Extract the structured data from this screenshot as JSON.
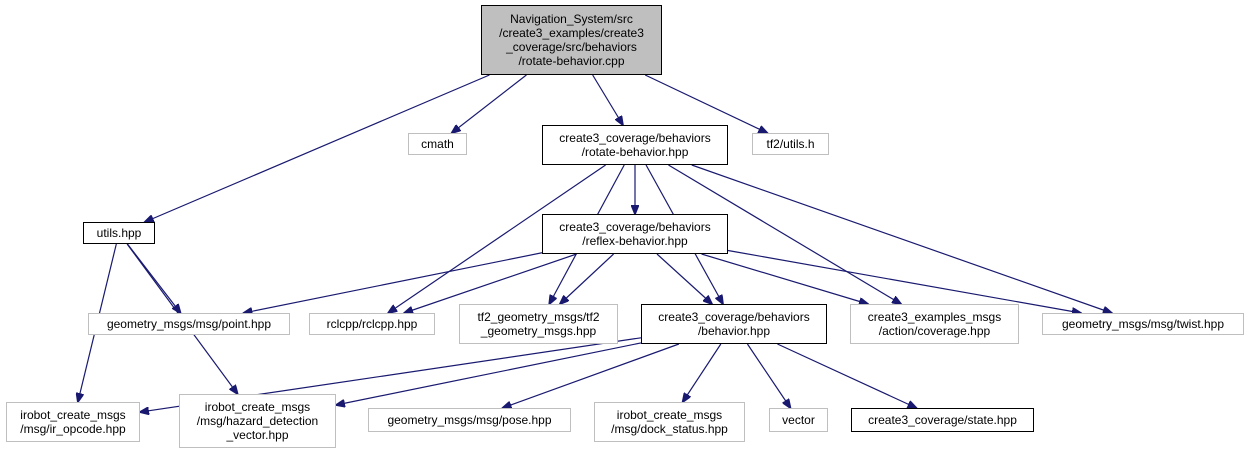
{
  "colors": {
    "edge": "#191970",
    "root_fill": "#bfbfbf",
    "documented_border": "#000000",
    "external_border": "#bfbfbf"
  },
  "nodes": {
    "root": [
      "Navigation_System/src",
      "/create3_examples/create3",
      "_coverage/src/behaviors",
      "/rotate-behavior.cpp"
    ],
    "cmath": [
      "cmath"
    ],
    "rotate_hpp": [
      "create3_coverage/behaviors",
      "/rotate-behavior.hpp"
    ],
    "tf2_utils": [
      "tf2/utils.h"
    ],
    "utils_hpp": [
      "utils.hpp"
    ],
    "reflex_hpp": [
      "create3_coverage/behaviors",
      "/reflex-behavior.hpp"
    ],
    "point_hpp": [
      "geometry_msgs/msg/point.hpp"
    ],
    "rclcpp": [
      "rclcpp/rclcpp.hpp"
    ],
    "tf2_geometry": [
      "tf2_geometry_msgs/tf2",
      "_geometry_msgs.hpp"
    ],
    "behavior_hpp": [
      "create3_coverage/behaviors",
      "/behavior.hpp"
    ],
    "coverage_action": [
      "create3_examples_msgs",
      "/action/coverage.hpp"
    ],
    "twist_hpp": [
      "geometry_msgs/msg/twist.hpp"
    ],
    "ir_opcode": [
      "irobot_create_msgs",
      "/msg/ir_opcode.hpp"
    ],
    "hazard_vector": [
      "irobot_create_msgs",
      "/msg/hazard_detection",
      "_vector.hpp"
    ],
    "pose_hpp": [
      "geometry_msgs/msg/pose.hpp"
    ],
    "dock_status": [
      "irobot_create_msgs",
      "/msg/dock_status.hpp"
    ],
    "vector": [
      "vector"
    ],
    "state_hpp": [
      "create3_coverage/state.hpp"
    ]
  },
  "edges": [
    [
      "root",
      "cmath"
    ],
    [
      "root",
      "rotate_hpp"
    ],
    [
      "root",
      "tf2_utils"
    ],
    [
      "root",
      "utils_hpp"
    ],
    [
      "rotate_hpp",
      "reflex_hpp"
    ],
    [
      "rotate_hpp",
      "rclcpp"
    ],
    [
      "rotate_hpp",
      "tf2_geometry"
    ],
    [
      "rotate_hpp",
      "behavior_hpp"
    ],
    [
      "rotate_hpp",
      "coverage_action"
    ],
    [
      "rotate_hpp",
      "twist_hpp"
    ],
    [
      "utils_hpp",
      "point_hpp"
    ],
    [
      "utils_hpp",
      "ir_opcode"
    ],
    [
      "utils_hpp",
      "hazard_vector"
    ],
    [
      "reflex_hpp",
      "point_hpp"
    ],
    [
      "reflex_hpp",
      "rclcpp"
    ],
    [
      "reflex_hpp",
      "tf2_geometry"
    ],
    [
      "reflex_hpp",
      "behavior_hpp"
    ],
    [
      "reflex_hpp",
      "coverage_action"
    ],
    [
      "reflex_hpp",
      "twist_hpp"
    ],
    [
      "behavior_hpp",
      "ir_opcode"
    ],
    [
      "behavior_hpp",
      "hazard_vector"
    ],
    [
      "behavior_hpp",
      "pose_hpp"
    ],
    [
      "behavior_hpp",
      "dock_status"
    ],
    [
      "behavior_hpp",
      "vector"
    ],
    [
      "behavior_hpp",
      "state_hpp"
    ]
  ]
}
